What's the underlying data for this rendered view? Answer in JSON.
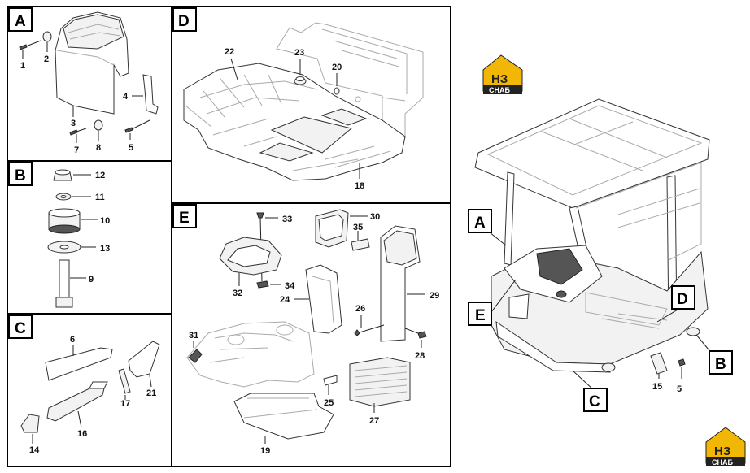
{
  "panels": [
    {
      "id": "A"
    },
    {
      "id": "B"
    },
    {
      "id": "C"
    },
    {
      "id": "D"
    },
    {
      "id": "E"
    }
  ],
  "parts": {
    "p1": "1",
    "p2": "2",
    "p3": "3",
    "p4": "4",
    "p5": "5",
    "p7": "7",
    "p8": "8",
    "p12": "12",
    "p11": "11",
    "p10": "10",
    "p13": "13",
    "p9": "9",
    "p6": "6",
    "p14": "14",
    "p16": "16",
    "p17": "17",
    "p21": "21",
    "p22": "22",
    "p23": "23",
    "p20": "20",
    "p18": "18",
    "p33": "33",
    "p30": "30",
    "p35": "35",
    "p32": "32",
    "p34": "34",
    "p24": "24",
    "p29": "29",
    "p26": "26",
    "p28": "28",
    "p31": "31",
    "p25": "25",
    "p27": "27",
    "p19": "19"
  },
  "overview": {
    "callouts": {
      "A": "A",
      "B": "B",
      "C": "C",
      "D": "D",
      "E": "E"
    },
    "parts": {
      "p15": "15",
      "p5": "5"
    }
  },
  "logo": {
    "letters": "НЗ",
    "caption": "СНАБ",
    "colors": {
      "yellow": "#f2b705",
      "dark": "#222222"
    }
  }
}
